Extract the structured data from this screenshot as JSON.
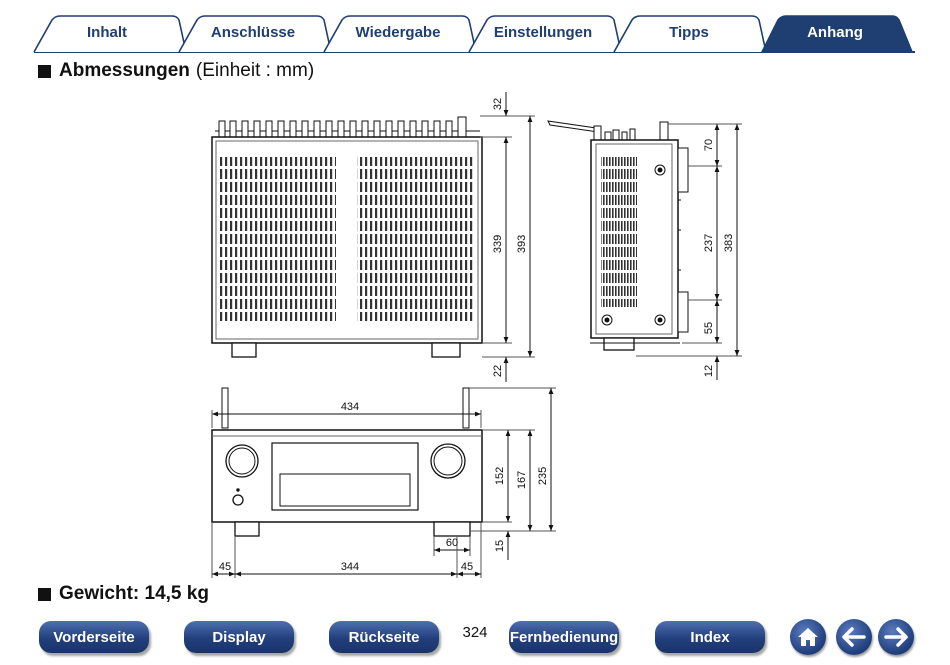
{
  "tabs": [
    {
      "label": "Inhalt",
      "active": false
    },
    {
      "label": "Anschlüsse",
      "active": false
    },
    {
      "label": "Wiedergabe",
      "active": false
    },
    {
      "label": "Einstellungen",
      "active": false
    },
    {
      "label": "Tipps",
      "active": false
    },
    {
      "label": "Anhang",
      "active": true
    }
  ],
  "section_dimensions": {
    "title": "Abmessungen",
    "unit": "(Einheit : mm)"
  },
  "section_weight": {
    "title": "Gewicht: 14,5 kg"
  },
  "dimensions": {
    "top_view": {
      "rear_protrusion": "32",
      "body_depth": "339",
      "total_depth": "393",
      "foot_height": "22"
    },
    "side_view": {
      "top": "70",
      "middle": "237",
      "bottom": "55",
      "total": "383",
      "foot": "12"
    },
    "front_view": {
      "width": "434",
      "body_height": "152",
      "height_with_feet": "167",
      "height_with_antenna": "235",
      "foot": "15",
      "foot_width": "60",
      "left_margin": "45",
      "center": "344",
      "right_margin": "45"
    }
  },
  "nav": {
    "front": "Vorderseite",
    "display": "Display",
    "rear": "Rückseite",
    "page": "324",
    "remote": "Fernbedienung",
    "index": "Index"
  },
  "icons": {
    "home": "home-icon",
    "back": "arrow-left-icon",
    "forward": "arrow-right-icon"
  },
  "colors": {
    "tab_border": "#1f3e72",
    "tab_active": "#1f3e72",
    "button": "#223f7d"
  }
}
